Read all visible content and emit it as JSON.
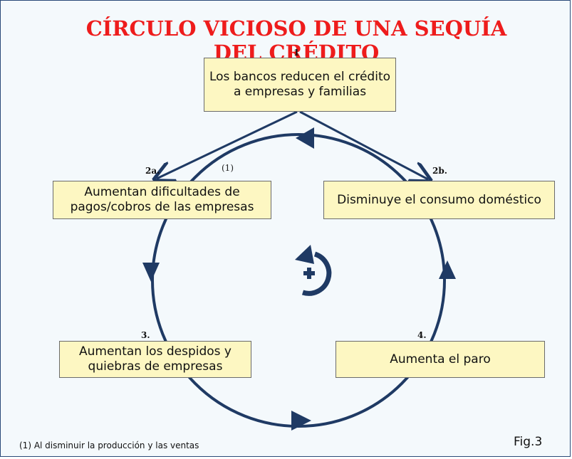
{
  "title": "CÍRCULO VICIOSO DE UNA SEQUÍA DEL CRÉDITO",
  "nodes": {
    "n1": {
      "number": "1",
      "text": "Los bancos reducen el crédito a empresas y familias"
    },
    "n2a": {
      "number": "2a.",
      "text": "Aumentan dificultades de pagos/cobros de las empresas"
    },
    "n2b": {
      "number": "2b.",
      "text": "Disminuye el consumo doméstico"
    },
    "n3": {
      "number": "3.",
      "text": "Aumentan los despidos y quiebras de empresas"
    },
    "n4": {
      "number": "4.",
      "text": "Aumenta el paro"
    }
  },
  "edge_note": "(1)",
  "footnote": "(1) Al disminuir la producción y las ventas",
  "figure_label": "Fig.3",
  "colors": {
    "title": "#ee1c1c",
    "circle": "#1f3a64",
    "box_fill": "#fdf7c2",
    "background": "#f4f9fc"
  },
  "icons": {
    "center": "rotate-plus-icon"
  }
}
